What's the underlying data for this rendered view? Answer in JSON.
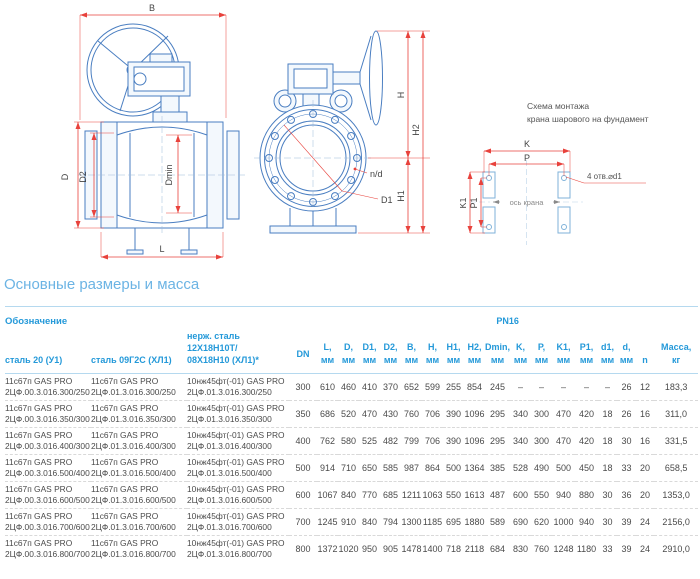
{
  "section_title": "Основные размеры и масса",
  "drawings": {
    "side_view": {
      "dim_b": "B",
      "dim_d": "D",
      "dim_d2": "D2",
      "dim_dmin": "Dmin",
      "dim_l": "L"
    },
    "end_view": {
      "dim_h": "H",
      "dim_h2": "H2",
      "dim_h1": "H1",
      "callout_holes": "n/d",
      "callout_d1": "D1"
    },
    "mounting": {
      "title_line1": "Схема монтажа",
      "title_line2": "крана шарового на фундамент",
      "dim_k": "K",
      "dim_p": "P",
      "dim_k1": "K1",
      "dim_p1": "P1",
      "callout_holes": "4 отв.⌀d1",
      "axis_label": "ось крана"
    }
  },
  "table": {
    "designation_header": "Обозначение",
    "material_headers": [
      "сталь 20 (У1)",
      "сталь 09Г2С (ХЛ1)",
      "нерж. сталь\n12Х18Н10Т/\n08Х18Н10 (ХЛ1)*"
    ],
    "dn_header": "DN",
    "group_header": "PN16",
    "columns": [
      {
        "label": "L,",
        "unit": "мм"
      },
      {
        "label": "D,",
        "unit": "мм"
      },
      {
        "label": "D1,",
        "unit": "мм"
      },
      {
        "label": "D2,",
        "unit": "мм"
      },
      {
        "label": "B,",
        "unit": "мм"
      },
      {
        "label": "H,",
        "unit": "мм"
      },
      {
        "label": "H1,",
        "unit": "мм"
      },
      {
        "label": "H2,",
        "unit": "мм"
      },
      {
        "label": "Dmin,",
        "unit": "мм"
      },
      {
        "label": "K,",
        "unit": "мм"
      },
      {
        "label": "P,",
        "unit": "мм"
      },
      {
        "label": "K1,",
        "unit": "мм"
      },
      {
        "label": "P1,",
        "unit": "мм"
      },
      {
        "label": "d1,",
        "unit": "мм"
      },
      {
        "label": "d,",
        "unit": "мм"
      },
      {
        "label": "n",
        "unit": ""
      },
      {
        "label": "Масса,",
        "unit": "кг"
      }
    ],
    "rows": [
      {
        "steel20": "11с67п GAS PRO\n2ЦФ.00.3.016.300/250",
        "steel09g2s": "11с67п GAS PRO\n2ЦФ.01.3.016.300/250",
        "stainless": "10нж45фт(-01) GAS PRO\n2ЦФ.01.3.016.300/250",
        "dn": "300",
        "values": [
          "610",
          "460",
          "410",
          "370",
          "652",
          "599",
          "255",
          "854",
          "245",
          "–",
          "–",
          "–",
          "–",
          "–",
          "26",
          "12",
          "183,3"
        ]
      },
      {
        "steel20": "11с67п GAS PRO\n2ЦФ.00.3.016.350/300",
        "steel09g2s": "11с67п GAS PRO\n2ЦФ.01.3.016.350/300",
        "stainless": "10нж45фт(-01) GAS PRO\n2ЦФ.01.3.016.350/300",
        "dn": "350",
        "values": [
          "686",
          "520",
          "470",
          "430",
          "760",
          "706",
          "390",
          "1096",
          "295",
          "340",
          "300",
          "470",
          "420",
          "18",
          "26",
          "16",
          "311,0"
        ]
      },
      {
        "steel20": "11с67п GAS PRO\n2ЦФ.00.3.016.400/300",
        "steel09g2s": "11с67п GAS PRO\n2ЦФ.01.3.016.400/300",
        "stainless": "10нж45фт(-01) GAS PRO\n2ЦФ.01.3.016.400/300",
        "dn": "400",
        "values": [
          "762",
          "580",
          "525",
          "482",
          "799",
          "706",
          "390",
          "1096",
          "295",
          "340",
          "300",
          "470",
          "420",
          "18",
          "30",
          "16",
          "331,5"
        ]
      },
      {
        "steel20": "11с67п GAS PRO\n2ЦФ.00.3.016.500/400",
        "steel09g2s": "11с67п GAS PRO\n2ЦФ.01.3.016.500/400",
        "stainless": "10нж45фт(-01) GAS PRO\n2ЦФ.01.3.016.500/400",
        "dn": "500",
        "values": [
          "914",
          "710",
          "650",
          "585",
          "987",
          "864",
          "500",
          "1364",
          "385",
          "528",
          "490",
          "500",
          "450",
          "18",
          "33",
          "20",
          "658,5"
        ]
      },
      {
        "steel20": "11с67п GAS PRO\n2ЦФ.00.3.016.600/500",
        "steel09g2s": "11с67п GAS PRO\n2ЦФ.01.3.016.600/500",
        "stainless": "10нж45фт(-01) GAS PRO\n2ЦФ.01.3.016.600/500",
        "dn": "600",
        "values": [
          "1067",
          "840",
          "770",
          "685",
          "1211",
          "1063",
          "550",
          "1613",
          "487",
          "600",
          "550",
          "940",
          "880",
          "30",
          "36",
          "20",
          "1353,0"
        ]
      },
      {
        "steel20": "11с67п GAS PRO\n2ЦФ.00.3.016.700/600",
        "steel09g2s": "11с67п GAS PRO\n2ЦФ.01.3.016.700/600",
        "stainless": "10нж45фт(-01) GAS PRO\n2ЦФ.01.3.016.700/600",
        "dn": "700",
        "values": [
          "1245",
          "910",
          "840",
          "794",
          "1300",
          "1185",
          "695",
          "1880",
          "589",
          "690",
          "620",
          "1000",
          "940",
          "30",
          "39",
          "24",
          "2156,0"
        ]
      },
      {
        "steel20": "11с67п GAS PRO\n2ЦФ.00.3.016.800/700",
        "steel09g2s": "11с67п GAS PRO\n2ЦФ.01.3.016.800/700",
        "stainless": "10нж45фт(-01) GAS PRO\n2ЦФ.01.3.016.800/700",
        "dn": "800",
        "values": [
          "1372",
          "1020",
          "950",
          "905",
          "1478",
          "1400",
          "718",
          "2118",
          "684",
          "830",
          "760",
          "1248",
          "1180",
          "33",
          "39",
          "24",
          "2910,0"
        ]
      }
    ]
  }
}
